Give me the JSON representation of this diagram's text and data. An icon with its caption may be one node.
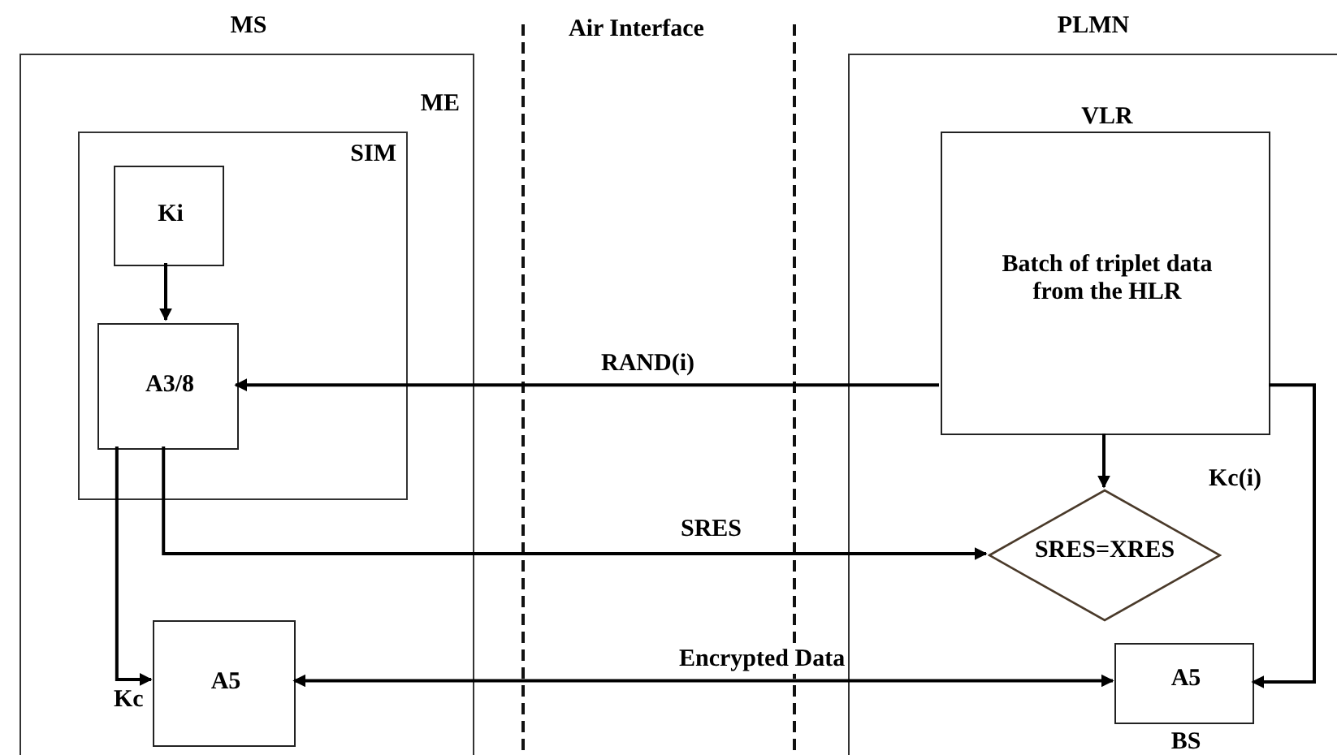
{
  "diagram": {
    "nodes": [
      {
        "text": [
          "MS",
          "ME"
        ]
      },
      {
        "text": [
          "SIM"
        ],
        "in": 0
      },
      {
        "text": [
          "Ki"
        ],
        "in": 1
      },
      {
        "text": [
          "A3/8"
        ],
        "in": 1
      },
      {
        "text": [
          "A5"
        ],
        "in": 0
      },
      {
        "text": [
          "PLMN"
        ]
      },
      {
        "text": [
          "VLR",
          "Batch of triplet data from the HLR"
        ],
        "in": 5
      },
      {
        "text": [
          "SRES=XRES"
        ],
        "in": 5
      },
      {
        "text": [
          "A5"
        ],
        "in": 5,
        "beside": [
          "BS"
        ]
      }
    ],
    "edges": [
      {
        "from": 2,
        "to": 3,
        "arrow": "to"
      },
      {
        "from": 6,
        "to": 3,
        "arrow": "to",
        "label": "RAND(i)"
      },
      {
        "from": 3,
        "to": 4,
        "arrow": "to",
        "label": "Kc"
      },
      {
        "from": 3,
        "to": 7,
        "arrow": "to",
        "label": "SRES"
      },
      {
        "from": 6,
        "to": 7,
        "arrow": "to"
      },
      {
        "from": 6,
        "to": 8,
        "arrow": "to",
        "label": "Kc(i)"
      },
      {
        "from": 4,
        "to": 8,
        "arrow": "both",
        "label": "Encrypted Data"
      }
    ],
    "labels": [
      "Air Interface"
    ]
  }
}
